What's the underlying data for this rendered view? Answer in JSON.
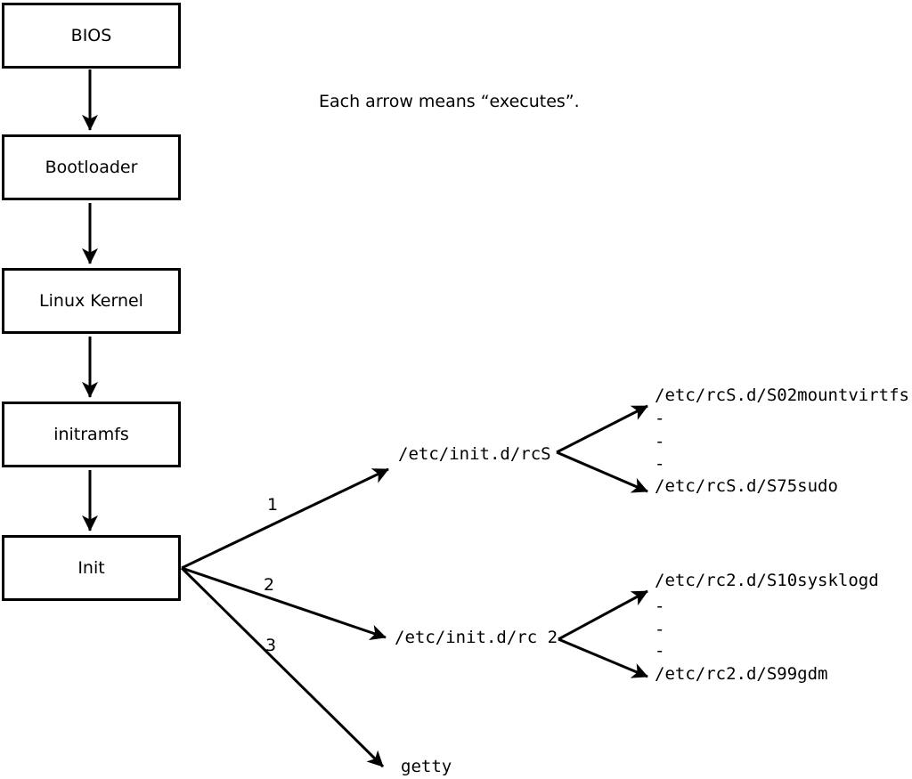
{
  "caption": "Each arrow means “executes”.",
  "flow": {
    "boxes": [
      {
        "label": "BIOS"
      },
      {
        "label": "Bootloader"
      },
      {
        "label": "Linux Kernel"
      },
      {
        "label": "initramfs"
      },
      {
        "label": "Init"
      }
    ]
  },
  "init_branches": [
    {
      "number": "1",
      "target": "/etc/init.d/rcS"
    },
    {
      "number": "2",
      "target": "/etc/init.d/rc 2"
    },
    {
      "number": "3",
      "target": "getty"
    }
  ],
  "rcS_scripts": {
    "first": "/etc/rcS.d/S02mountvirtfs",
    "ellipsis": [
      "-",
      "-",
      "-"
    ],
    "last": "/etc/rcS.d/S75sudo"
  },
  "rc2_scripts": {
    "first": "/etc/rc2.d/S10sysklogd",
    "ellipsis": [
      "-",
      "-",
      "-"
    ],
    "last": "/etc/rc2.d/S99gdm"
  },
  "colors": {
    "line": "#000000",
    "background": "#ffffff"
  }
}
